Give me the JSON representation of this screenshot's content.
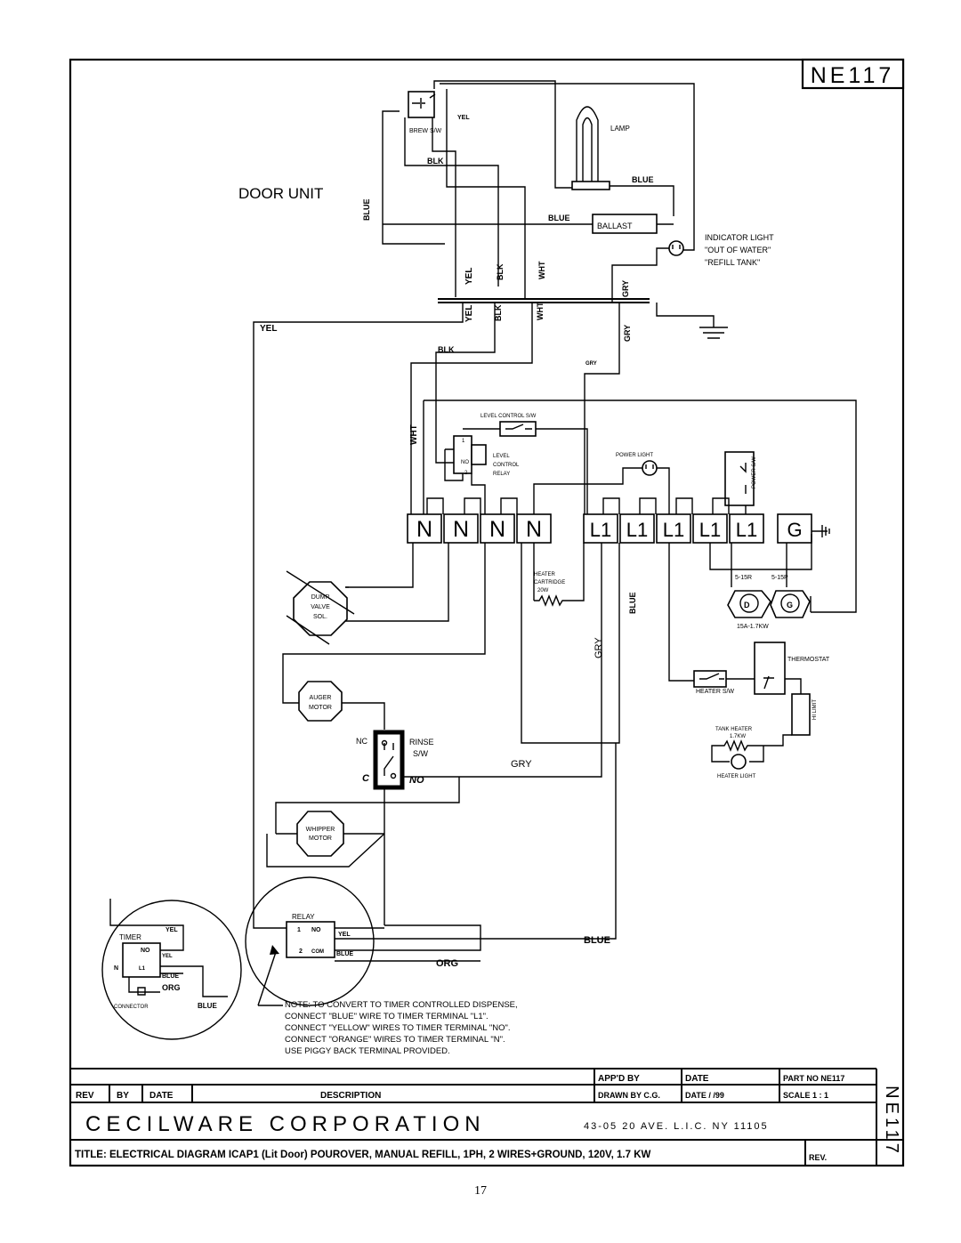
{
  "drawing_number": "NE117",
  "door_unit": "DOOR UNIT",
  "components": {
    "brew_sw": "BREW S/W",
    "lamp": "LAMP",
    "ballast": "BALLAST",
    "indicator": [
      "INDICATOR LIGHT",
      "\"OUT OF WATER\"",
      "\"REFILL TANK\""
    ],
    "level_control_sw": "LEVEL CONTROL S/W",
    "level_control_relay": [
      "LEVEL",
      "CONTROL",
      "RELAY"
    ],
    "relay_pins": [
      "1",
      "NO",
      "2"
    ],
    "power_light": "POWER LIGHT",
    "power_sw": "POWER S/W",
    "heater_cartridge": [
      "HEATER",
      "CARTRIDGE",
      "20W"
    ],
    "receptacle_15r": "5-15R",
    "receptacle_15p": "5-15P",
    "receptacle_rating": "15A-1.7KW",
    "thermostat": "THERMOSTAT",
    "heater_sw": "HEATER S/W",
    "hi_limit": "HI LIMIT",
    "tank_heater": [
      "TANK HEATER",
      "1.7KW"
    ],
    "heater_light": "HEATER LIGHT",
    "dump_valve": [
      "DUMP",
      "VALVE",
      "SOL."
    ],
    "auger_motor": [
      "AUGER",
      "MOTOR"
    ],
    "rinse_sw": [
      "RINSE",
      "S/W"
    ],
    "rinse_nc": "NC",
    "rinse_c": "C",
    "rinse_no": "NO",
    "whipper_motor": [
      "WHIPPER",
      "MOTOR"
    ],
    "relay": "RELAY",
    "relay_terms": [
      "1",
      "NO",
      "2",
      "COM"
    ],
    "timer": "TIMER",
    "timer_terms": [
      "NO",
      "N",
      "L1"
    ],
    "connector": "CONNECTOR"
  },
  "wires": {
    "gry": "GRY",
    "blue": "BLUE",
    "blk": "BLK",
    "yel": "YEL",
    "wht": "WHT",
    "org": "ORG"
  },
  "terminal_labels": [
    "N",
    "N",
    "N",
    "N",
    "L1",
    "L1",
    "L1",
    "L1",
    "L1",
    "G"
  ],
  "note": [
    "NOTE:  TO CONVERT TO TIMER CONTROLLED DISPENSE,",
    "CONNECT \"BLUE\" WIRE TO TIMER TERMINAL \"L1\".",
    "CONNECT \"YELLOW\" WIRES TO TIMER TERMINAL \"NO\".",
    "CONNECT \"ORANGE\" WIRES TO TIMER TERMINAL \"N\".",
    "USE PIGGY BACK TERMINAL PROVIDED."
  ],
  "title_block": {
    "appd_by": "APP'D BY",
    "date": "DATE",
    "part_no": "PART NO NE117",
    "rev": "REV",
    "by": "BY",
    "description": "DESCRIPTION",
    "drawn_by": "DRAWN BY C.G.",
    "date_value": "DATE   /   /99",
    "scale": "SCALE  1 : 1",
    "company": "CECILWARE CORPORATION",
    "address": "43-05  20 AVE. L.I.C.  NY  11105",
    "title": "TITLE: ELECTRICAL DIAGRAM ICAP1 (Lit Door) POUROVER, MANUAL REFILL, 1PH, 2 WIRES+GROUND, 120V,   1.7 KW",
    "rev_short": "REV.",
    "side_number": "NE117"
  },
  "page_number": "17"
}
